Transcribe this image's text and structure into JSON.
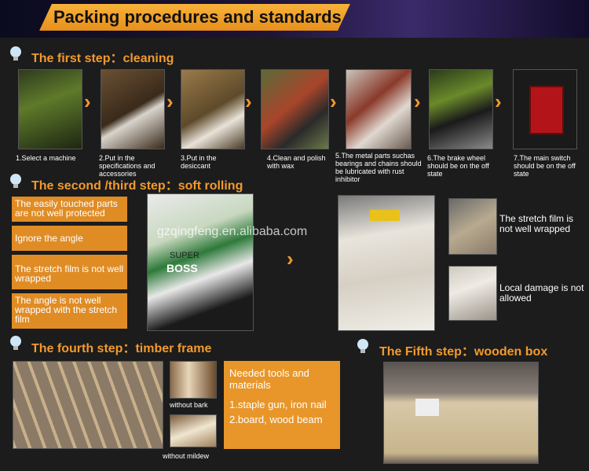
{
  "header": {
    "title": "Packing procedures and standards"
  },
  "steps": {
    "s1": "The first step：cleaning",
    "s23": "The second /third step：soft rolling",
    "s4": "The fourth step：timber frame",
    "s5": "The Fifth step：wooden box"
  },
  "step1_captions": [
    "1.Select a machine",
    "2.Put in the specifications and accessories",
    "3.Put in the desiccant",
    "4.Clean and polish with wax",
    "5.The metal parts suchas bearings and chains should be lubricated with rust inhibitor",
    "6.The brake wheel should be on the off state",
    "7.The main switch should be on the off state"
  ],
  "rolling_boxes": [
    "The easily touched parts are not well protected",
    "Ignore the angle",
    "The stretch film is not well wrapped",
    "The angle is not well wrapped with the stretch film"
  ],
  "rolling_notes": [
    "The stretch film is not well wrapped",
    "Local damage is not allowed"
  ],
  "film_text": {
    "a": "SUPER",
    "b": "BOSS"
  },
  "watermark": "gzqingfeng.en.alibaba.com",
  "timber": {
    "bark": "without bark",
    "mildew": "without mildew"
  },
  "tools": {
    "title": "Needed tools and materials",
    "item1": "1.staple gun, iron nail",
    "item2": "2.board, wood beam"
  },
  "colors": {
    "accent": "#f29a2e",
    "box": "#e08c25",
    "background": "#1c1c1c"
  }
}
